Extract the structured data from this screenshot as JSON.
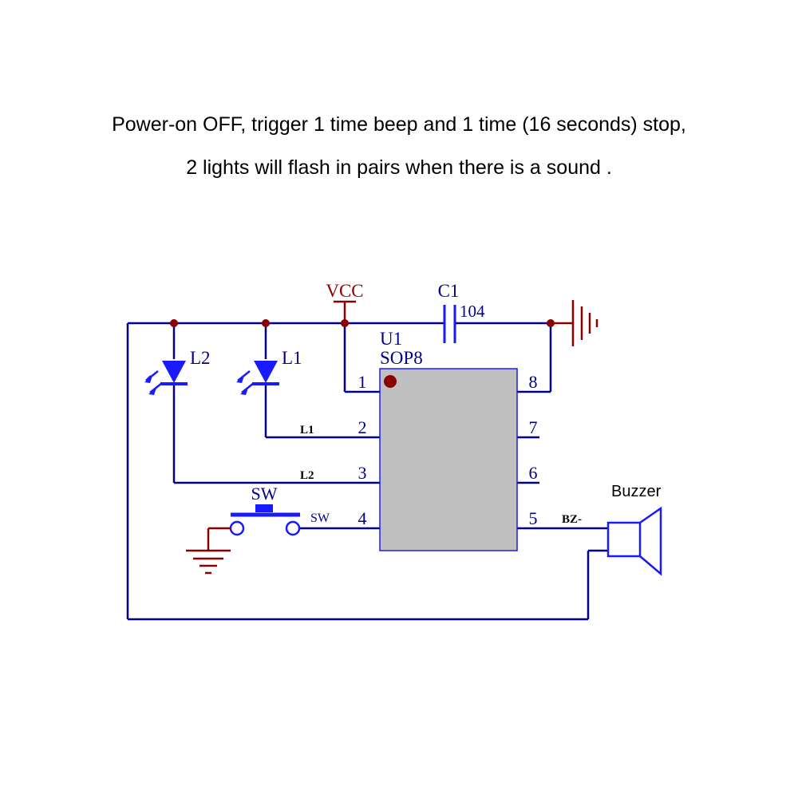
{
  "caption": {
    "line1": "Power-on OFF, trigger 1 time beep and 1 time (16 seconds) stop,",
    "line2": "2 lights will flash in pairs when there is a sound ."
  },
  "components": {
    "vcc": "VCC",
    "capacitor_ref": "C1",
    "capacitor_value": "104",
    "ic_ref": "U1",
    "ic_package": "SOP8",
    "led2": "L2",
    "led1": "L1",
    "switch": "SW",
    "buzzer": "Buzzer"
  },
  "pins": [
    "1",
    "2",
    "3",
    "4",
    "5",
    "6",
    "7",
    "8"
  ],
  "nets": {
    "l1": "L1",
    "l2": "L2",
    "sw": "SW",
    "bz": "BZ-"
  },
  "colors": {
    "wire": "#00008b",
    "power": "#8b0000",
    "symbol": "#1a1aff",
    "ic_fill": "#c0c0c0"
  }
}
